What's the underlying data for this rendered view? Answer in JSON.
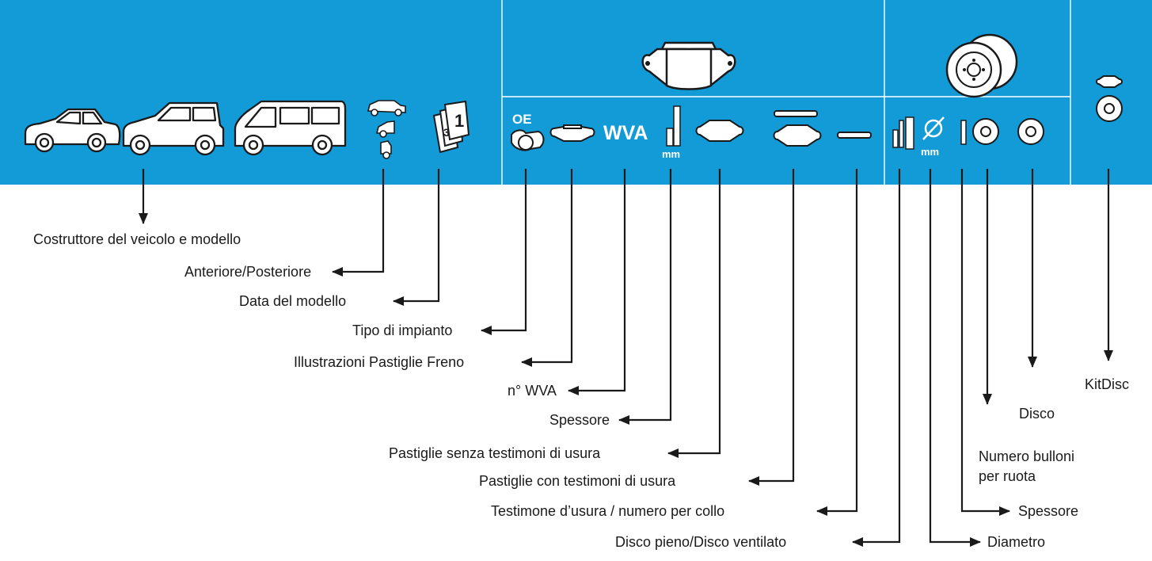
{
  "colors": {
    "band": "#139bd8",
    "line": "#1a1a1a",
    "icon": "#ffffff"
  },
  "header": {
    "oe": "OE",
    "wva": "WVA",
    "mm_thickness": "mm",
    "mm_diameter": "mm"
  },
  "icons": [
    "car-sedan-icon",
    "car-suv-icon",
    "van-icon",
    "front-rear-icon",
    "calendar-icon",
    "oe-caliper-icon",
    "brake-pad-icon",
    "wva-icon",
    "thickness-icon",
    "pad-no-wear-icon",
    "pad-with-wear-icon",
    "wear-indicator-icon",
    "solid-vented-disc-icon",
    "diameter-icon",
    "disc-thickness-icon",
    "bolt-count-disc-icon",
    "disc-icon",
    "kitdisc-icon"
  ],
  "labels": {
    "costruttore": "Costruttore del veicolo e modello",
    "anteriore": "Anteriore/Posteriore",
    "data": "Data del modello",
    "tipo": "Tipo di impianto",
    "illustrazioni": "Illustrazioni Pastiglie Freno",
    "wva": "n° WVA",
    "spessore_pad": "Spessore",
    "senza": "Pastiglie senza testimoni di usura",
    "con": "Pastiglie con testimoni di usura",
    "testimone": "Testimone d’usura / numero per collo",
    "disco_pieno": "Disco pieno/Disco ventilato",
    "diametro": "Diametro",
    "spessore_disc": "Spessore",
    "bulloni_1": "Numero bulloni",
    "bulloni_2": "per ruota",
    "disco": "Disco",
    "kitdisc": "KitDisc"
  }
}
